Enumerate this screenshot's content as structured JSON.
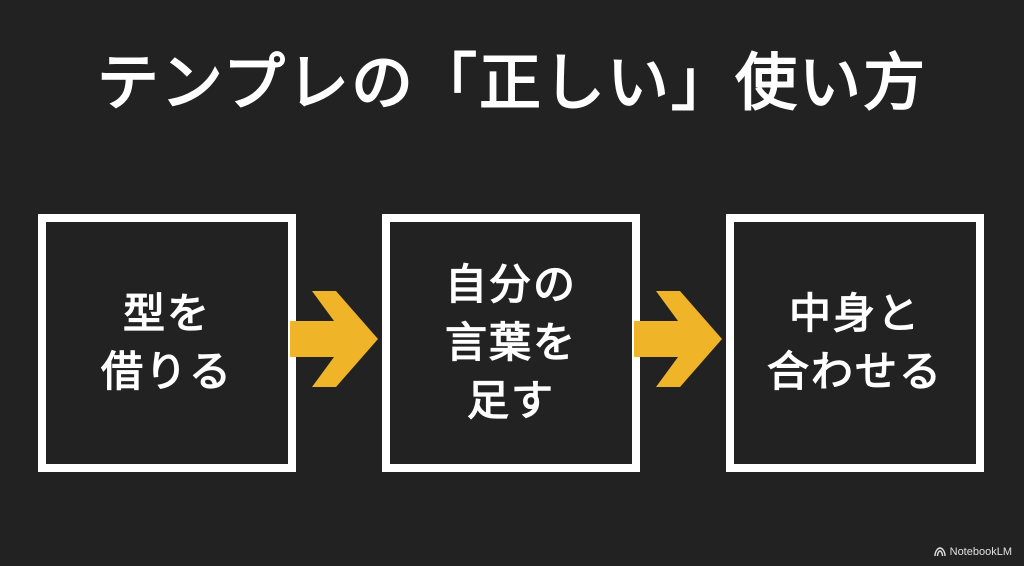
{
  "title": "テンプレの「正しい」使い方",
  "steps": [
    {
      "lines": [
        "型を",
        "借りる"
      ]
    },
    {
      "lines": [
        "自分の",
        "言葉を",
        "足す"
      ]
    },
    {
      "lines": [
        "中身と",
        "合わせる"
      ]
    }
  ],
  "arrow_color": "#F0B429",
  "brand": {
    "icon": "notebooklm-icon",
    "label": "NotebookLM"
  }
}
